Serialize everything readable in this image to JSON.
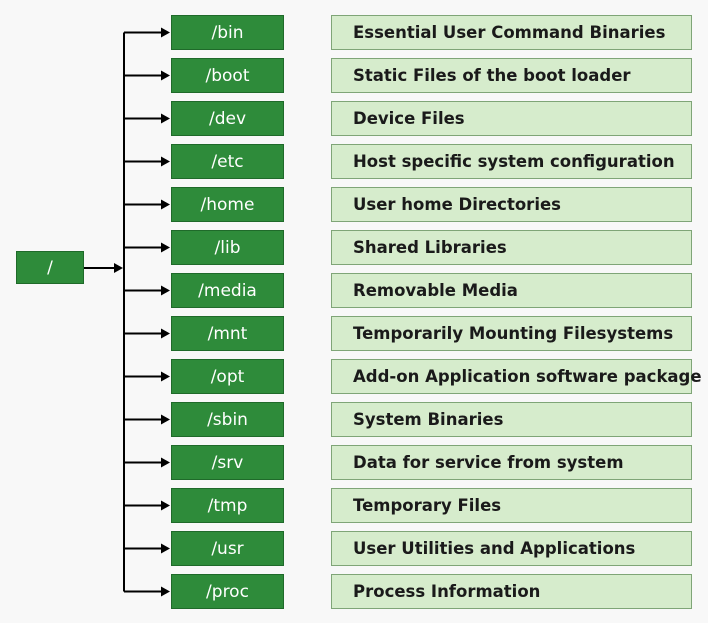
{
  "root": {
    "label": "/"
  },
  "directories": [
    {
      "name": "/bin",
      "description": "Essential User Command Binaries"
    },
    {
      "name": "/boot",
      "description": "Static Files of the boot loader"
    },
    {
      "name": "/dev",
      "description": "Device Files"
    },
    {
      "name": "/etc",
      "description": "Host specific system configuration"
    },
    {
      "name": "/home",
      "description": "User home Directories"
    },
    {
      "name": "/lib",
      "description": "Shared Libraries"
    },
    {
      "name": "/media",
      "description": "Removable Media"
    },
    {
      "name": "/mnt",
      "description": "Temporarily Mounting Filesystems"
    },
    {
      "name": "/opt",
      "description": "Add-on Application software package"
    },
    {
      "name": "/sbin",
      "description": "System Binaries"
    },
    {
      "name": "/srv",
      "description": "Data for service from system"
    },
    {
      "name": "/tmp",
      "description": "Temporary Files"
    },
    {
      "name": "/usr",
      "description": "User Utilities and Applications"
    },
    {
      "name": "/proc",
      "description": "Process Information"
    }
  ],
  "colors": {
    "directory_fill": "#2e8b3a",
    "description_fill": "#d6eccc",
    "connector": "#000000",
    "background": "#f8f8f8"
  }
}
